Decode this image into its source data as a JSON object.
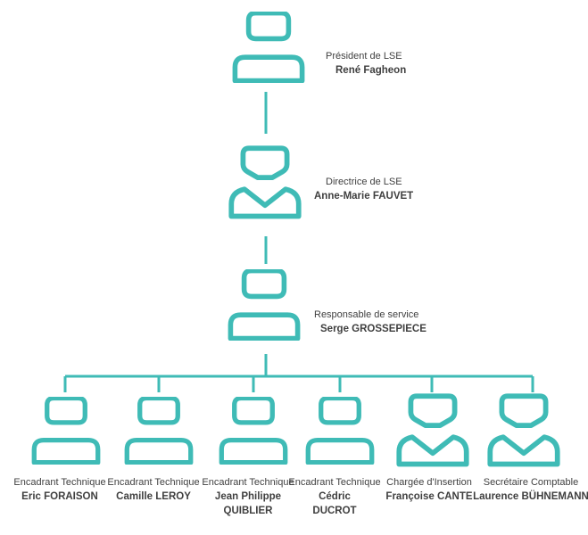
{
  "colors": {
    "accent": "#3fbbb6",
    "text": "#3f3f3f"
  },
  "org_chart": {
    "president": {
      "title": "Président de LSE",
      "name": "René Fagheon",
      "icon": "male-person-icon"
    },
    "director": {
      "title": "Directrice de LSE",
      "name": "Anne-Marie FAUVET",
      "icon": "female-person-icon"
    },
    "manager": {
      "title": "Responsable de service",
      "name": "Serge GROSSEPIECE",
      "icon": "male-person-icon"
    },
    "staff": [
      {
        "title": "Encadrant Technique",
        "name": "Eric FORAISON",
        "icon": "male-person-icon"
      },
      {
        "title": "Encadrant Technique",
        "name": "Camille LEROY",
        "icon": "male-person-icon"
      },
      {
        "title": "Encadrant Technique",
        "name_line1": "Jean Philippe",
        "name_line2": "QUIBLIER",
        "icon": "male-person-icon"
      },
      {
        "title": "Encadrant Technique",
        "name_line1": "Cédric",
        "name_line2": "DUCROT",
        "icon": "male-person-icon"
      },
      {
        "title": "Chargée d'Insertion",
        "name": "Françoise CANTE",
        "icon": "female-person-icon"
      },
      {
        "title": "Secrétaire Comptable",
        "name": "Laurence BÜHNEMANN",
        "icon": "female-person-icon"
      }
    ]
  }
}
